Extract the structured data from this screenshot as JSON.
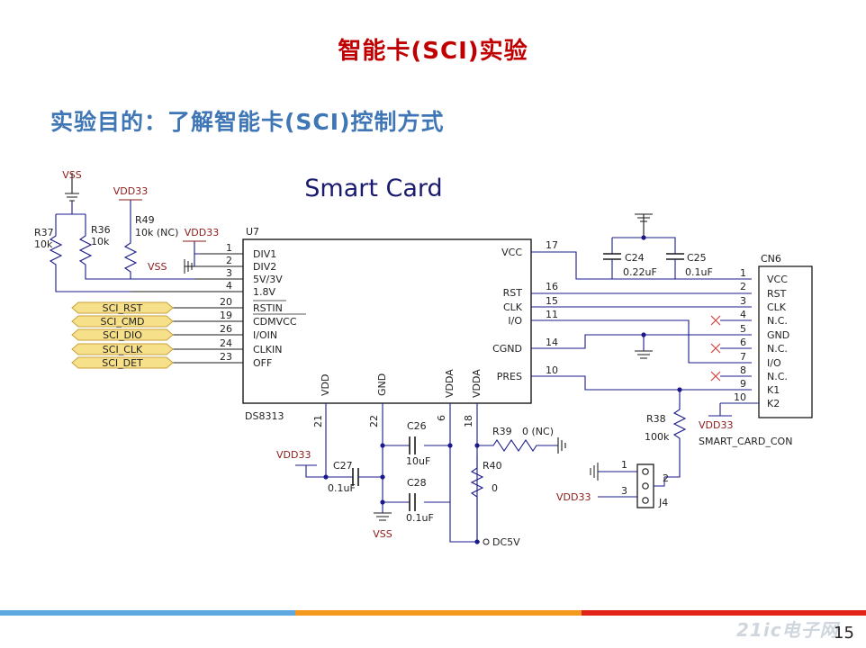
{
  "slide": {
    "title": "智能卡(SCI)实验",
    "subtitle": "实验目的：了解智能卡(SCI)控制方式",
    "page_number": "15",
    "watermark": "21ic电子网"
  },
  "colors": {
    "title": "#c00000",
    "subtitle": "#3f76b5",
    "wire": "#1a1a8c",
    "power_label": "#8b1a1a",
    "net_flag_fill": "#f7e08a"
  },
  "schematic": {
    "heading": "Smart Card",
    "u7": {
      "ref": "U7",
      "part": "DS8313",
      "left_pins": [
        {
          "num": "1",
          "name": "DIV1"
        },
        {
          "num": "2",
          "name": "DIV2"
        },
        {
          "num": "3",
          "name": "5V/3V"
        },
        {
          "num": "4",
          "name": "1.8V"
        },
        {
          "num": "20",
          "name": "RSTIN"
        },
        {
          "num": "19",
          "name": "CDMVCC"
        },
        {
          "num": "26",
          "name": "I/OIN"
        },
        {
          "num": "24",
          "name": "CLKIN"
        },
        {
          "num": "23",
          "name": "OFF"
        }
      ],
      "right_pins": [
        {
          "num": "17",
          "name": "VCC"
        },
        {
          "num": "16",
          "name": "RST"
        },
        {
          "num": "15",
          "name": "CLK"
        },
        {
          "num": "11",
          "name": "I/O"
        },
        {
          "num": "14",
          "name": "CGND"
        },
        {
          "num": "10",
          "name": "PRES"
        }
      ],
      "bottom_pins": [
        {
          "num": "21",
          "name": "VDD"
        },
        {
          "num": "22",
          "name": "GND"
        },
        {
          "num": "6",
          "name": "VDDA"
        },
        {
          "num": "18",
          "name": "VDDA"
        }
      ]
    },
    "cn6": {
      "ref": "CN6",
      "part": "SMART_CARD_CON",
      "pins": [
        {
          "num": "1",
          "name": "VCC"
        },
        {
          "num": "2",
          "name": "RST"
        },
        {
          "num": "3",
          "name": "CLK"
        },
        {
          "num": "4",
          "name": "N.C."
        },
        {
          "num": "5",
          "name": "GND"
        },
        {
          "num": "6",
          "name": "N.C."
        },
        {
          "num": "7",
          "name": "I/O"
        },
        {
          "num": "8",
          "name": "N.C."
        },
        {
          "num": "9",
          "name": "K1"
        },
        {
          "num": "10",
          "name": "K2"
        }
      ]
    },
    "net_flags": [
      "SCI_RST",
      "SCI_CMD",
      "SCI_DIO",
      "SCI_CLK",
      "SCI_DET"
    ],
    "power": {
      "vss": "VSS",
      "vdd33": "VDD33",
      "dc5v": "DC5V"
    },
    "resistors": {
      "r37": {
        "ref": "R37",
        "value": "10k"
      },
      "r36": {
        "ref": "R36",
        "value": "10k"
      },
      "r49": {
        "ref": "R49",
        "value": "10k (NC)"
      },
      "r38": {
        "ref": "R38",
        "value": "100k"
      },
      "r39": {
        "ref": "R39",
        "value": "0 (NC)"
      },
      "r40": {
        "ref": "R40",
        "value": "0"
      }
    },
    "capacitors": {
      "c24": {
        "ref": "C24",
        "value": "0.22uF"
      },
      "c25": {
        "ref": "C25",
        "value": "0.1uF"
      },
      "c26": {
        "ref": "C26",
        "value": "10uF"
      },
      "c27": {
        "ref": "C27",
        "value": "0.1uF"
      },
      "c28": {
        "ref": "C28",
        "value": "0.1uF"
      }
    },
    "j4": {
      "ref": "J4",
      "pins": [
        "1",
        "2",
        "3"
      ]
    }
  }
}
